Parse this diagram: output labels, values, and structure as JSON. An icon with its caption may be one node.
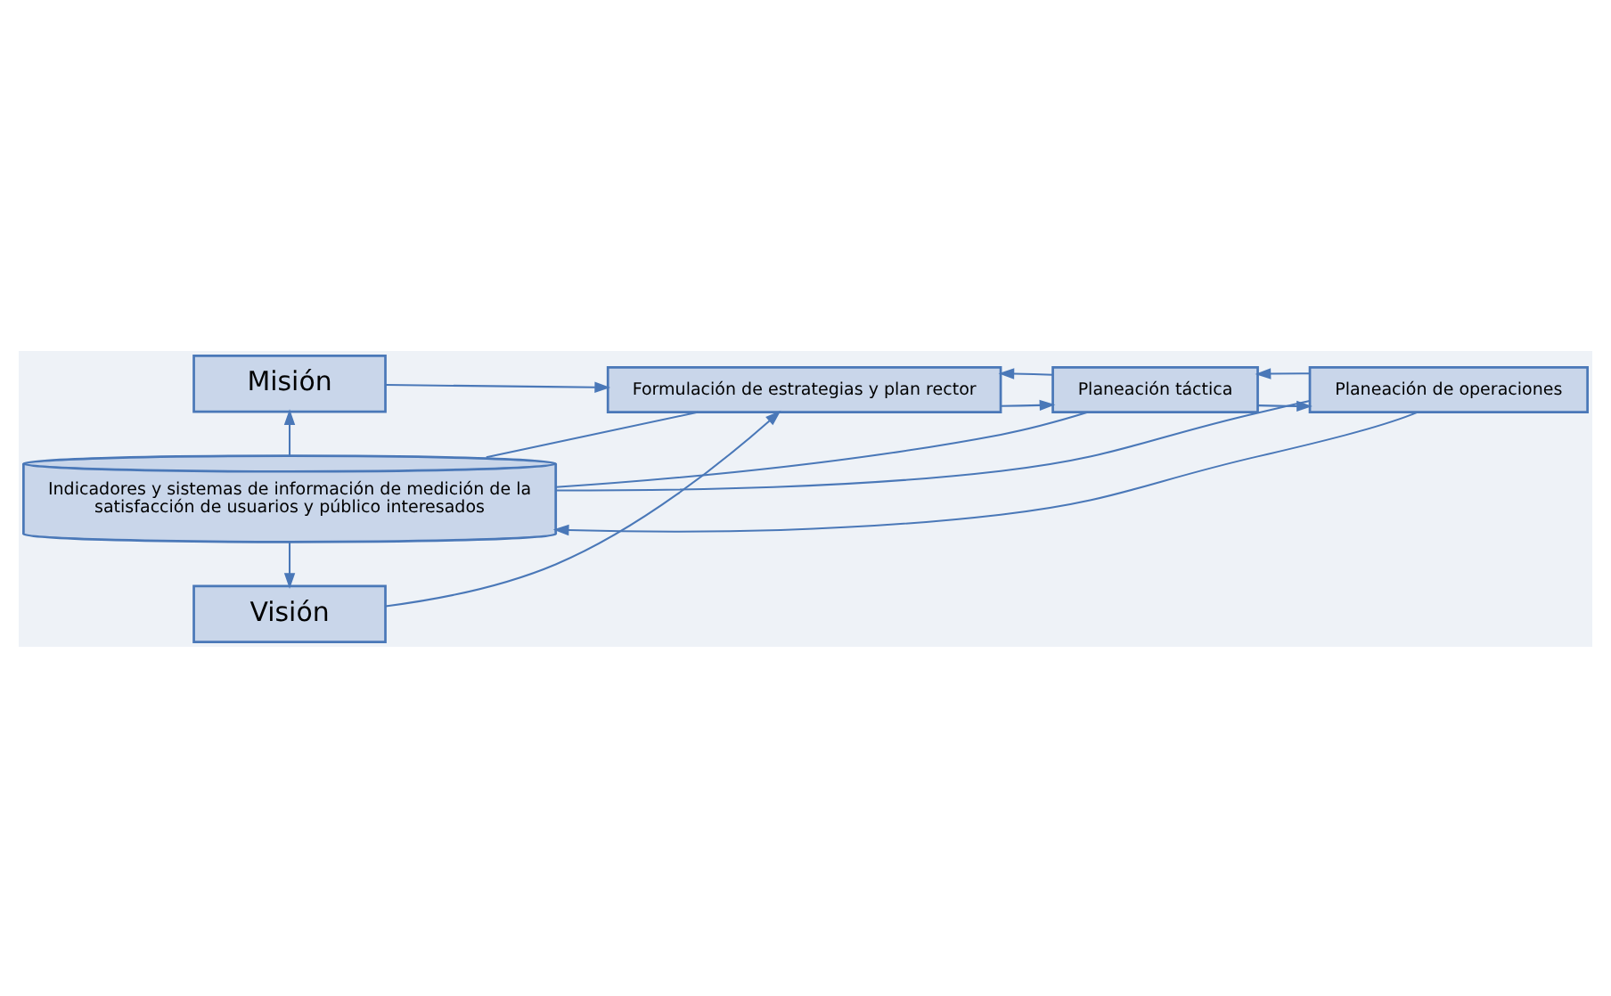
{
  "diagram": {
    "nodes": [
      {
        "text": [
          "Misión"
        ]
      },
      {
        "text": [
          "Visión"
        ]
      },
      {
        "text": [
          "Formulación de estrategias y plan rector"
        ]
      },
      {
        "text": [
          "Planeación táctica"
        ]
      },
      {
        "text": [
          "Planeación de operaciones"
        ]
      },
      {
        "text": [
          "Indicadores y sistemas de información de medición de la satisfacción de usuarios y público interesados"
        ]
      }
    ],
    "edges": [
      {
        "from": 0,
        "to": 2,
        "arrow": "to"
      },
      {
        "from": 1,
        "to": 2,
        "arrow": "to"
      },
      {
        "from": 2,
        "to": 3,
        "arrow": "to"
      },
      {
        "from": 3,
        "to": 2,
        "arrow": "to"
      },
      {
        "from": 3,
        "to": 4,
        "arrow": "to"
      },
      {
        "from": 4,
        "to": 3,
        "arrow": "to"
      },
      {
        "from": 4,
        "to": 5,
        "arrow": "to"
      },
      {
        "from": 5,
        "to": 0,
        "arrow": "to"
      },
      {
        "from": 5,
        "to": 1,
        "arrow": "to"
      },
      {
        "from": 2,
        "to": 5,
        "arrow": "none"
      },
      {
        "from": 3,
        "to": 5,
        "arrow": "none"
      },
      {
        "from": 4,
        "to": 5,
        "arrow": "none"
      }
    ]
  }
}
